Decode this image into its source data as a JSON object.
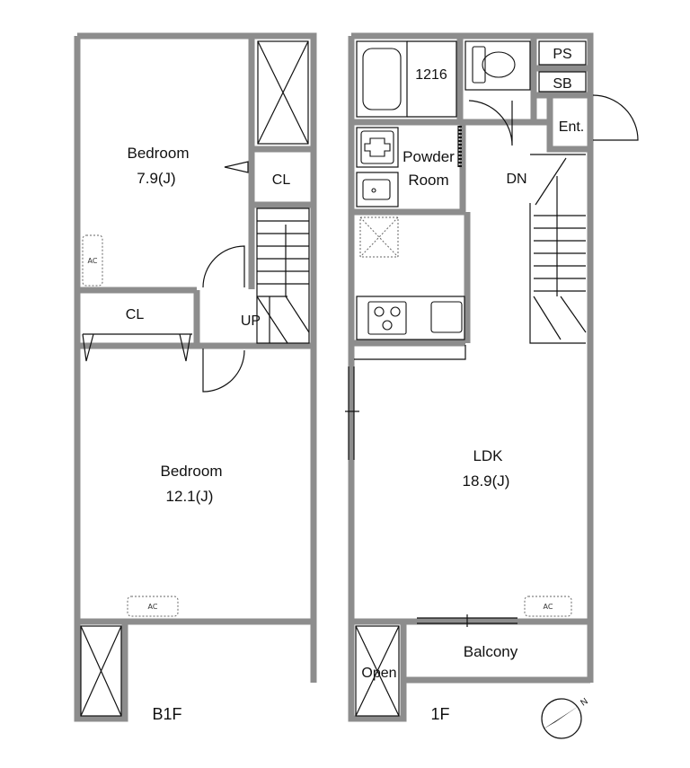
{
  "b1f": {
    "floor_label": "B1F",
    "bedroom_a": {
      "name": "Bedroom",
      "size": "7.9(J)"
    },
    "closet_a": "CL",
    "closet_b": "CL",
    "stair_label": "UP",
    "bedroom_b": {
      "name": "Bedroom",
      "size": "12.1(J)"
    },
    "ac_a": "AC",
    "ac_b": "AC"
  },
  "f1": {
    "floor_label": "1F",
    "bath_label": "1216",
    "ps_label": "PS",
    "sb_label": "SB",
    "entrance_label": "Ent.",
    "powder_room": {
      "line1": "Powder",
      "line2": "Room"
    },
    "stair_label": "DN",
    "ldk": {
      "name": "LDK",
      "size": "18.9(J)"
    },
    "ac": "AC",
    "balcony_label": "Balcony",
    "open_label": "Open"
  },
  "compass_symbol": "N"
}
